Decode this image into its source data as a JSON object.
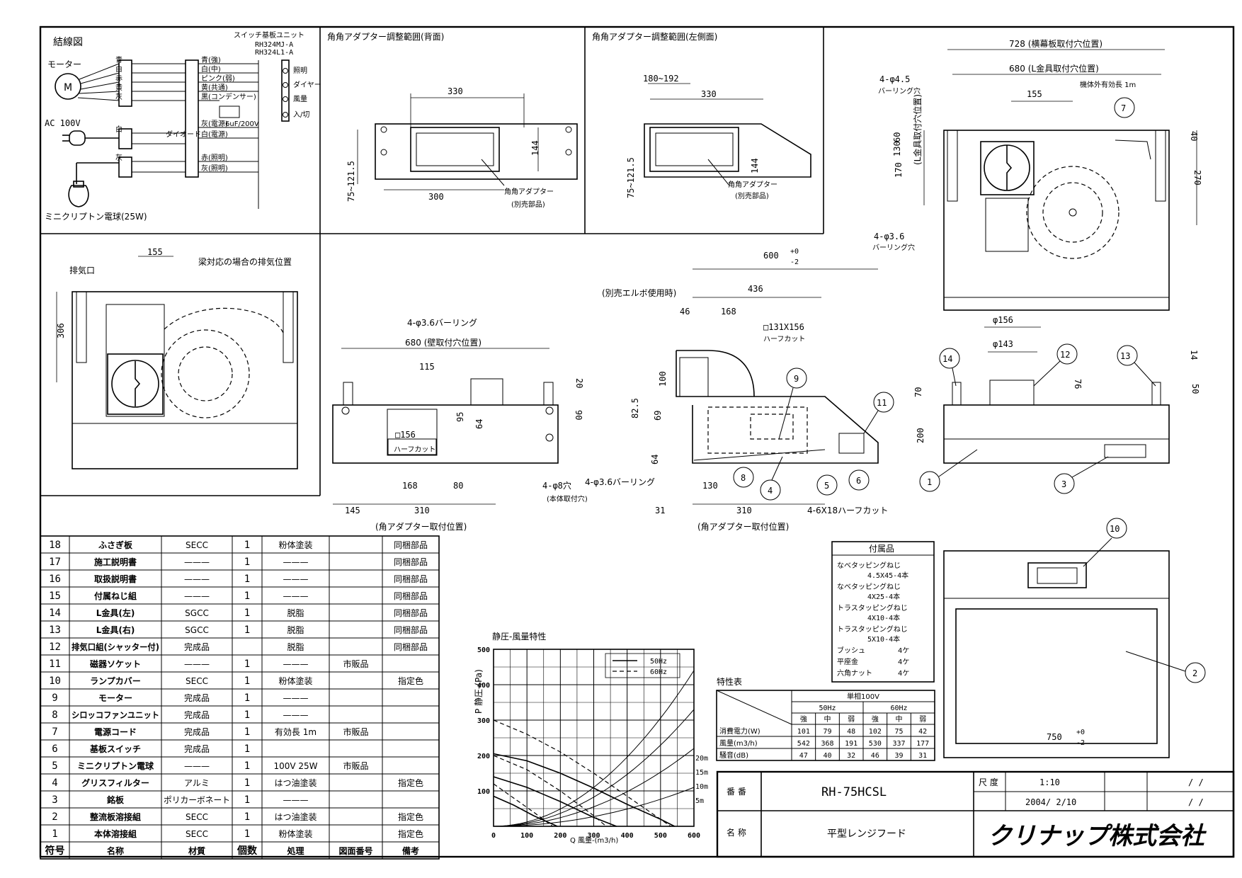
{
  "wiring": {
    "title": "結線図",
    "motor_label": "モーター",
    "motor_symbol": "M",
    "ac_label": "AC 100V",
    "bulb_label": "ミニクリプトン電球(25W)",
    "switch_unit_title": "スイッチ基板ユニット",
    "switch_unit_models": [
      "RH324MJ-A",
      "RH324L1-A"
    ],
    "color_labels": [
      "青",
      "白",
      "赤",
      "黄",
      "灰",
      "白",
      "灰"
    ],
    "wire_labels": [
      "青(強)",
      "白(中)",
      "ピンク(弱)",
      "黄(共通)",
      "黒(コンデンサー)",
      "灰(電源)",
      "白(電源)",
      "赤(照明)",
      "灰(照明)"
    ],
    "switch_labels": [
      "照明",
      "ダイヤー",
      "風量",
      "入/切"
    ],
    "capacitor_label": "6uF/200V",
    "diode_label": "ダイオード"
  },
  "views": {
    "back_title": "角角アダプター調整範囲(背面)",
    "side_title": "角角アダプター調整範囲(左側面)",
    "adapter_label": "角角アダプター",
    "separate_part": "(別売部品)",
    "beam_title": "梁対応の場合の排気位置",
    "exhaust_label": "排気口",
    "elbow_label": "(別売エルボ使用時)",
    "lbracket_label": "(L金具取付穴位置)",
    "mount_hole_label": "(本体取付穴)",
    "adapter_mount_label": "(角アダプター取付位置)",
    "half_cut": "ハーフカット",
    "cord_length": "機体外有効長 1m",
    "dims": {
      "d330": "330",
      "d300": "300",
      "d144": "144",
      "d75_121": "75~121.5",
      "d180_192": "180~192",
      "d728": "728 (横幕板取付穴位置)",
      "d680L": "680 (L金具取付穴位置)",
      "d155": "155",
      "d4_45": "4-φ4.5",
      "burring": "バーリング穴",
      "d4_36": "4-φ3.6",
      "d60": "60",
      "d130": "130",
      "d170": "170",
      "d40": "40",
      "d270": "270",
      "d600": "600",
      "d436": "436",
      "d46": "46",
      "d168": "168",
      "d131": "□131X156",
      "d100": "100",
      "d82": "82.5",
      "d69": "69",
      "d64": "64",
      "d31": "31",
      "d310": "310",
      "d4_6x18": "4-6X18ハーフカット",
      "d4_8": "4-φ8穴",
      "d4_36b": "4-φ3.6バーリング",
      "d680w": "680 (壁取付穴位置)",
      "d115": "115",
      "d156": "□156",
      "d145": "145",
      "d80": "80",
      "d95": "95",
      "d20": "20",
      "d90": "90",
      "d306": "306",
      "phi156": "φ156",
      "phi143": "φ143",
      "d14": "14",
      "d50": "50",
      "d70": "70",
      "d76": "76",
      "d200": "200",
      "d750": "750",
      "tolp": "+0",
      "tolm": "-2"
    },
    "balloons": [
      "1",
      "2",
      "3",
      "4",
      "5",
      "6",
      "7",
      "8",
      "9",
      "10",
      "11",
      "12",
      "13",
      "14"
    ]
  },
  "accessories": {
    "title": "付属品",
    "items": [
      [
        "なべタッピングねじ",
        "4.5X45-4本"
      ],
      [
        "なべタッピングねじ",
        "4X25-4本"
      ],
      [
        "トラスタッピングねじ",
        "4X10-4本"
      ],
      [
        "トラスタッピングねじ",
        "5X10-4本"
      ],
      [
        "ブッシュ",
        "4ケ"
      ],
      [
        "平座金",
        "4ケ"
      ],
      [
        "六角ナット",
        "4ケ"
      ]
    ]
  },
  "spec": {
    "title": "特性表",
    "power": "単相100V",
    "freq": [
      "50Hz",
      "60Hz"
    ],
    "levels": [
      "強",
      "中",
      "弱",
      "強",
      "中",
      "弱"
    ],
    "rows": [
      {
        "label": "消費電力(W)",
        "values": [
          "101",
          "79",
          "48",
          "102",
          "75",
          "42"
        ]
      },
      {
        "label": "風量(m3/h)",
        "values": [
          "542",
          "368",
          "191",
          "530",
          "337",
          "177"
        ]
      },
      {
        "label": "騒音(dB)",
        "values": [
          "47",
          "40",
          "32",
          "46",
          "39",
          "31"
        ]
      }
    ]
  },
  "chart_data": {
    "type": "line",
    "title": "静圧-風量特性",
    "xlabel": "Q 風量-(m3/h)",
    "ylabel": "P 静圧-(Pa)",
    "xlim": [
      0,
      600
    ],
    "ylim": [
      0,
      500
    ],
    "xticks": [
      "0",
      "100",
      "200",
      "300",
      "400",
      "500",
      "600"
    ],
    "yticks": [
      "100",
      "200",
      "300",
      "400",
      "500"
    ],
    "legend": [
      "50Hz",
      "60Hz"
    ],
    "duct_labels": [
      "20m",
      "15m",
      "10m",
      "5m"
    ],
    "series": [
      {
        "name": "50Hz",
        "style": "solid",
        "curves": [
          {
            "x": [
              0,
              100,
              200,
              300,
              400,
              500,
              542
            ],
            "y": [
              205,
              185,
              150,
              108,
              62,
              20,
              0
            ]
          },
          {
            "x": [
              0,
              100,
              200,
              300,
              368
            ],
            "y": [
              140,
              110,
              70,
              25,
              0
            ]
          },
          {
            "x": [
              0,
              60,
              120,
              191
            ],
            "y": [
              85,
              60,
              30,
              0
            ]
          }
        ]
      },
      {
        "name": "60Hz",
        "style": "dashed",
        "curves": [
          {
            "x": [
              0,
              100,
              200,
              300,
              400,
              500,
              530
            ],
            "y": [
              300,
              260,
              210,
              150,
              85,
              20,
              0
            ]
          },
          {
            "x": [
              0,
              100,
              200,
              300,
              337
            ],
            "y": [
              200,
              160,
              100,
              30,
              0
            ]
          },
          {
            "x": [
              0,
              60,
              120,
              177
            ],
            "y": [
              120,
              80,
              40,
              0
            ]
          }
        ]
      }
    ]
  },
  "parts": {
    "headers": [
      "符号",
      "名称",
      "材質",
      "個数",
      "処理",
      "図面番号",
      "備考"
    ],
    "rows": [
      [
        "18",
        "ふさぎ板",
        "SECC",
        "1",
        "粉体塗装",
        "",
        "同梱部品"
      ],
      [
        "17",
        "施工説明書",
        "———",
        "1",
        "———",
        "",
        "同梱部品"
      ],
      [
        "16",
        "取扱説明書",
        "———",
        "1",
        "———",
        "",
        "同梱部品"
      ],
      [
        "15",
        "付属ねじ組",
        "———",
        "1",
        "———",
        "",
        "同梱部品"
      ],
      [
        "14",
        "L金具(左)",
        "SGCC",
        "1",
        "脱脂",
        "",
        "同梱部品"
      ],
      [
        "13",
        "L金具(右)",
        "SGCC",
        "1",
        "脱脂",
        "",
        "同梱部品"
      ],
      [
        "12",
        "排気口組(シャッター付)",
        "完成品",
        "",
        "脱脂",
        "",
        "同梱部品"
      ],
      [
        "11",
        "磁器ソケット",
        "———",
        "1",
        "———",
        "市販品",
        ""
      ],
      [
        "10",
        "ランプカバー",
        "SECC",
        "1",
        "粉体塗装",
        "",
        "指定色"
      ],
      [
        "9",
        "モーター",
        "完成品",
        "1",
        "———",
        "",
        ""
      ],
      [
        "8",
        "シロッコファンユニット",
        "完成品",
        "1",
        "———",
        "",
        ""
      ],
      [
        "7",
        "電源コード",
        "完成品",
        "1",
        "有効長 1m",
        "市販品",
        ""
      ],
      [
        "6",
        "基板スイッチ",
        "完成品",
        "1",
        "",
        "",
        ""
      ],
      [
        "5",
        "ミニクリプトン電球",
        "———",
        "1",
        "100V 25W",
        "市販品",
        ""
      ],
      [
        "4",
        "グリスフィルター",
        "アルミ",
        "1",
        "はつ油塗装",
        "",
        "指定色"
      ],
      [
        "3",
        "銘板",
        "ポリカーボネート",
        "1",
        "———",
        "",
        ""
      ],
      [
        "2",
        "整流板溶接組",
        "SECC",
        "1",
        "はつ油塗装",
        "",
        "指定色"
      ],
      [
        "1",
        "本体溶接組",
        "SECC",
        "1",
        "粉体塗装",
        "",
        "指定色"
      ]
    ]
  },
  "title_block": {
    "drawing_no_label": "番 番",
    "drawing_no": "RH-75HCSL",
    "name_label": "名 称",
    "name": "平型レンジフード",
    "scale_label": "尺 度",
    "scale": "1:10",
    "date": "2004/ 2/10",
    "slash1": "/ /",
    "slash2": "/ /",
    "company": "クリナップ株式会社"
  }
}
